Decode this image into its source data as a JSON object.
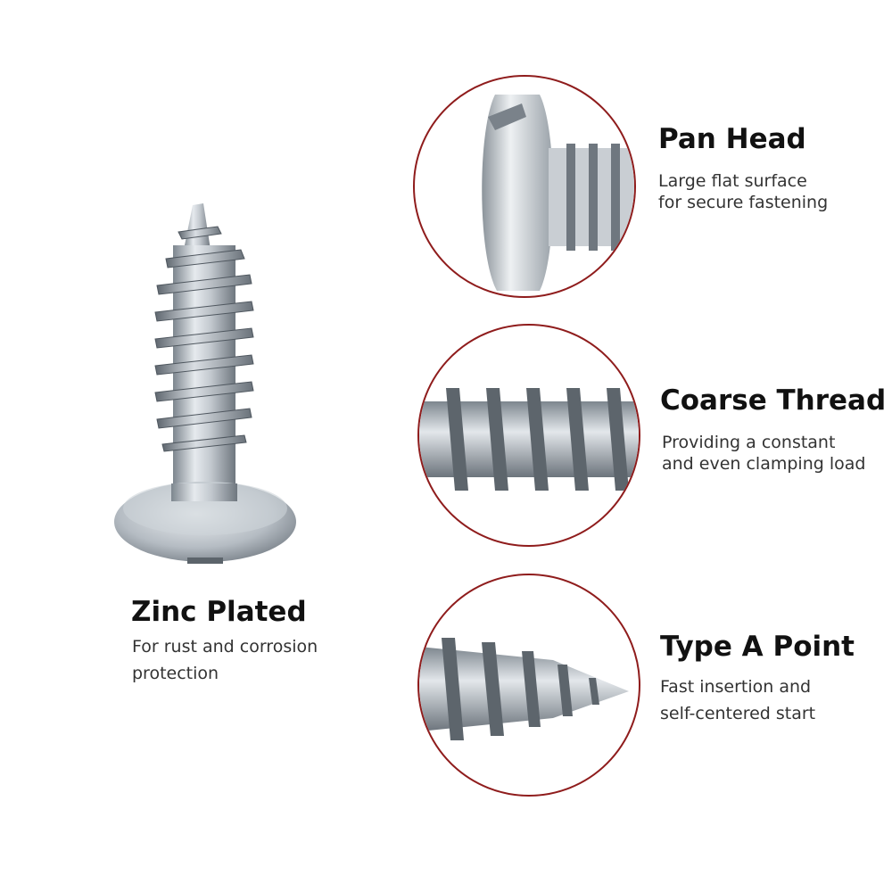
{
  "main_product": {
    "title": "Zinc Plated",
    "description_line1": "For rust and corrosion",
    "description_line2": "protection"
  },
  "features": [
    {
      "title": "Pan Head",
      "line1": "Large flat surface",
      "line2": "for secure fastening"
    },
    {
      "title": "Coarse Thread",
      "line1": "Providing a constant",
      "line2": "and even clamping load"
    },
    {
      "title": "Type A Point",
      "line1": "Fast insertion and",
      "line2": "self-centered start"
    }
  ],
  "colors": {
    "circle_border": "#8f1c1c",
    "metal": "#b9c1c8"
  }
}
